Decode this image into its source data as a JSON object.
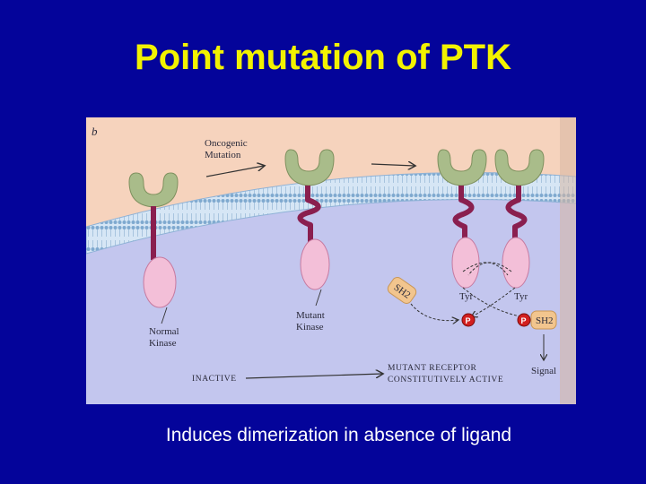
{
  "slide": {
    "title": "Point mutation of PTK",
    "caption": "Induces dimerization in absence of ligand"
  },
  "figure": {
    "panel_label": "b",
    "oncogenic_mutation": [
      "Oncogenic",
      "Mutation"
    ],
    "normal_kinase": [
      "Normal",
      "Kinase"
    ],
    "mutant_kinase": [
      "Mutant",
      "Kinase"
    ],
    "inactive": "INACTIVE",
    "mutant_receptor": [
      "MUTANT RECEPTOR",
      "CONSTITUTIVELY ACTIVE"
    ],
    "sh2": "SH2",
    "tyr": "Tyr",
    "phospho": "P",
    "signal": "Signal"
  },
  "colors": {
    "background": "#04049a",
    "title": "#f2f200",
    "caption": "#ffffff",
    "membrane": "#c6ddf2",
    "cytoplasm": "#bfc3ee",
    "extracellular": "#f6d3bd",
    "receptor_head": "#a9bc8a",
    "receptor_stalk": "#8a1f4f",
    "kinase": "#f3bfd8",
    "phospho": "#d21f1f",
    "sh2": "#f2c58e"
  }
}
